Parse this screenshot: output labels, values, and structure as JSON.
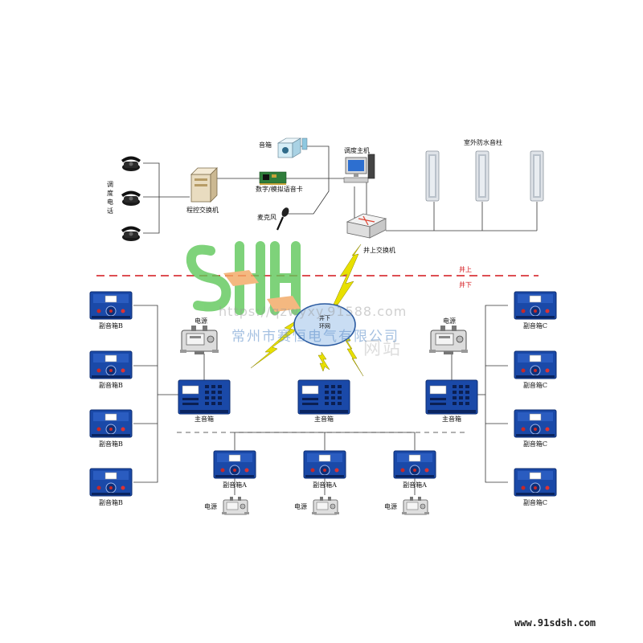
{
  "labels": {
    "dispatch_phone": "调度电话",
    "pbx": "程控交换机",
    "speaker": "音箱",
    "voice_card": "数字/模拟语音卡",
    "dispatch_host": "调度主机",
    "microphone": "麦克风",
    "outdoor_column": "室外防水音柱",
    "surface_switch": "井上交换机",
    "surface": "井上",
    "underground": "井下",
    "ring_network": "井下",
    "ring_network_sub": "环网",
    "power": "电源",
    "main_box": "主音箱",
    "sub_box_a": "副音箱A",
    "sub_box_b": "副音箱B",
    "sub_box_c": "副音箱C"
  },
  "watermark": {
    "logo": "SHH",
    "url": "https://qzwyxy.91588.com",
    "company": "常州市赛恒电气有限公司",
    "bg_text": "网站"
  },
  "footer": {
    "site_url": "www.91sdsh.com"
  },
  "colors": {
    "device_blue": "#1a49a8",
    "screen": "#ffffff",
    "red_divider": "#d4141a",
    "lightning": "#e8e000",
    "ring": "#c9ddf3",
    "logo_green": "#5fc85a",
    "logo_orange": "#f2a761",
    "line": "#333333"
  },
  "icons": [
    "phone-icon",
    "pbx-icon",
    "speaker-icon",
    "voice-card-icon",
    "computer-icon",
    "microphone-icon",
    "column-speaker-icon",
    "network-switch-icon",
    "power-supply-icon",
    "amplifier-box-icon",
    "lightning-icon"
  ]
}
